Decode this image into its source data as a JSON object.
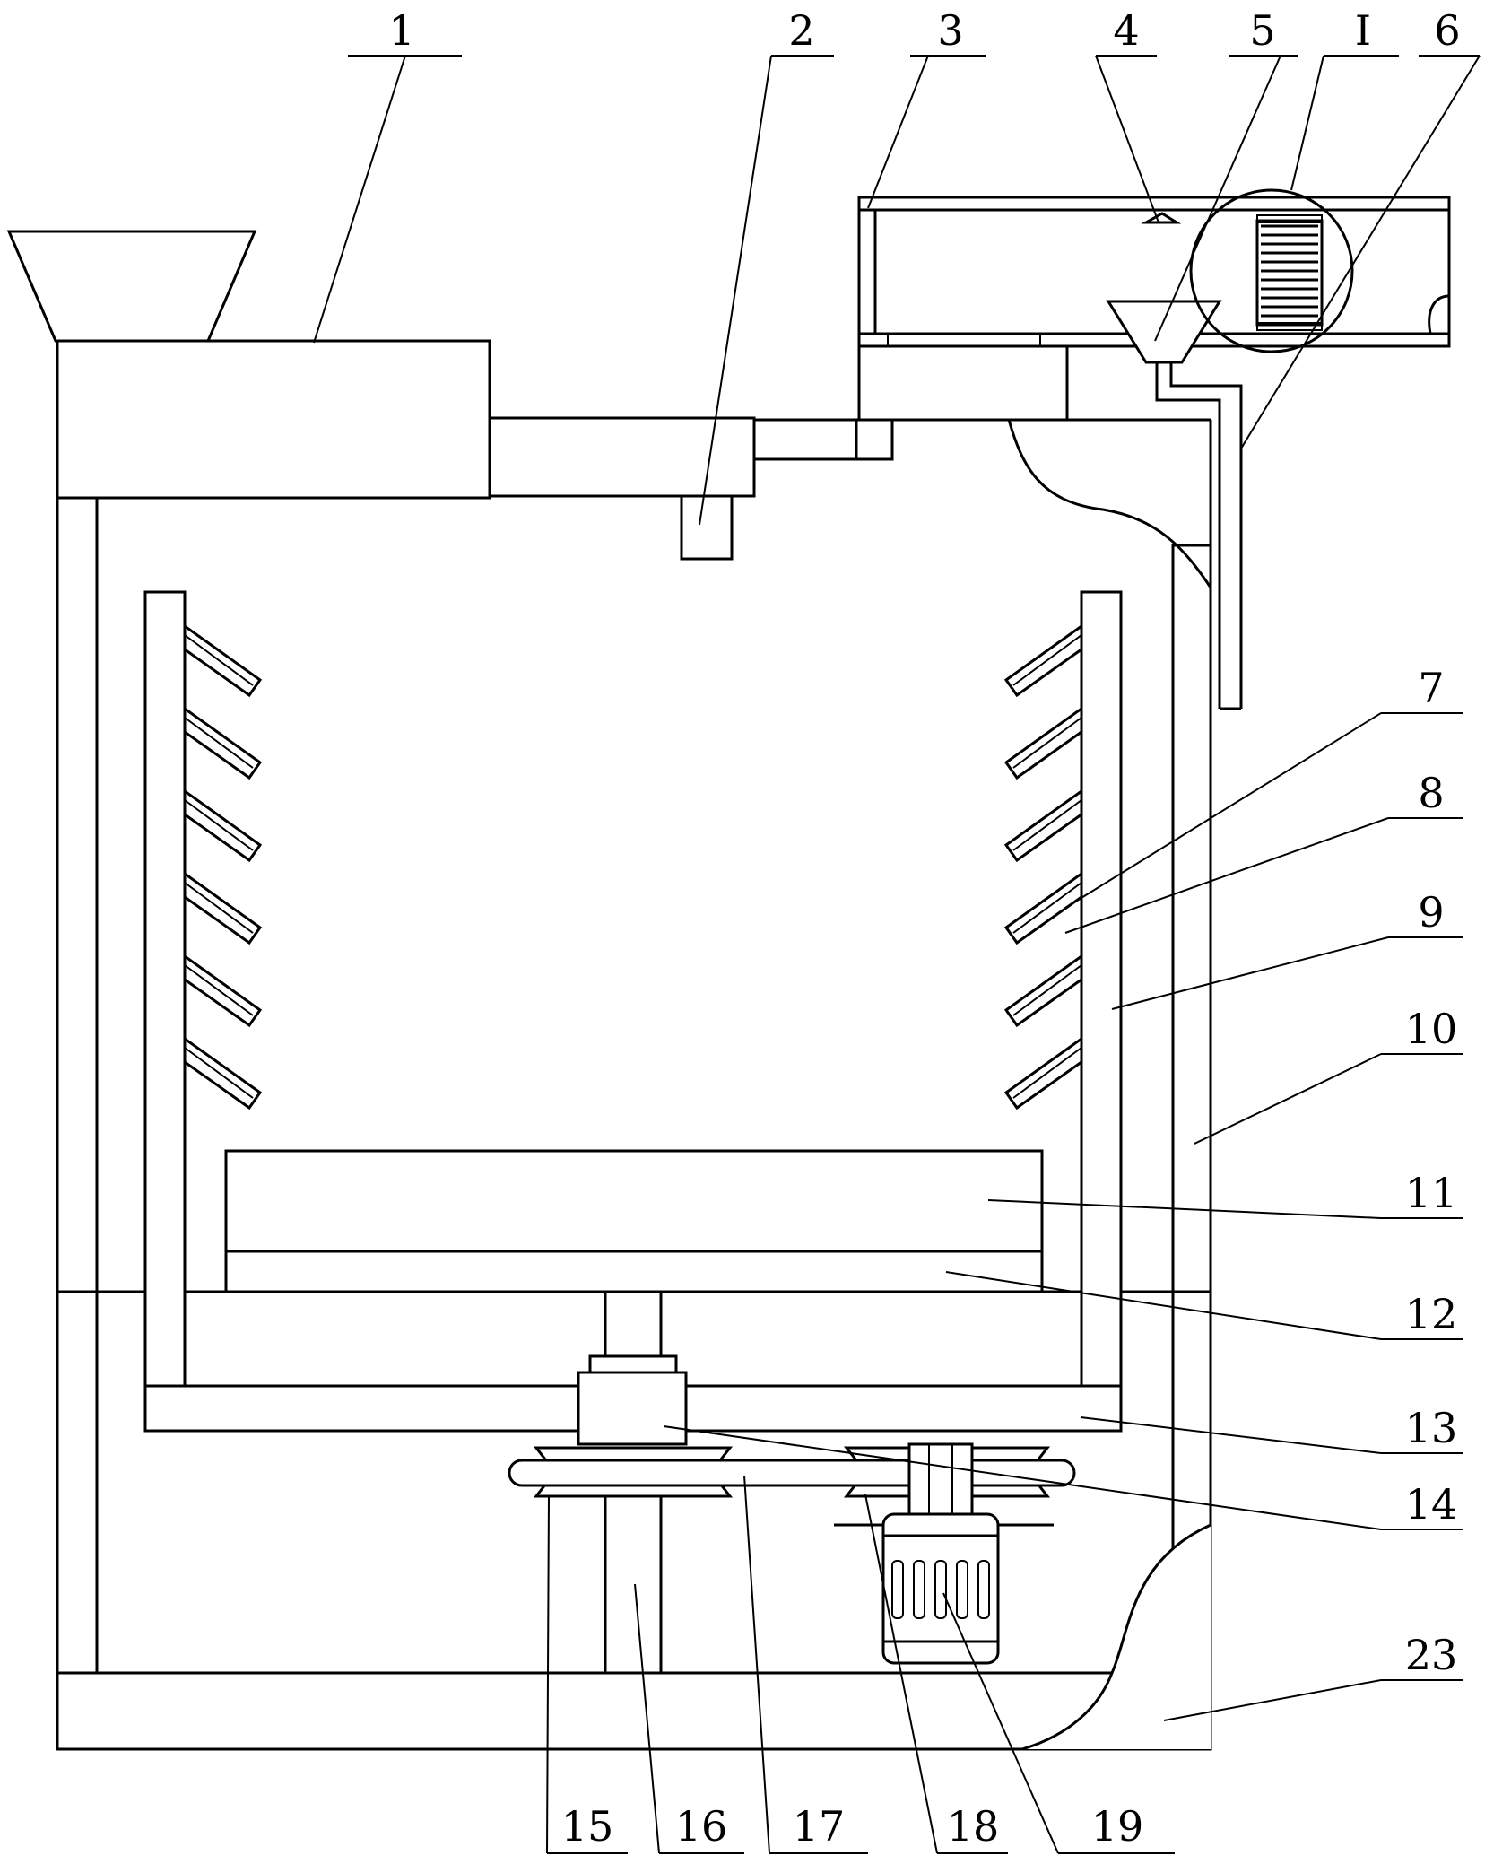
{
  "labels": [
    {
      "id": "1",
      "text": "1"
    },
    {
      "id": "2",
      "text": "2"
    },
    {
      "id": "3",
      "text": "3"
    },
    {
      "id": "4",
      "text": "4"
    },
    {
      "id": "5",
      "text": "5"
    },
    {
      "id": "I",
      "text": "I"
    },
    {
      "id": "6",
      "text": "6"
    },
    {
      "id": "7",
      "text": "7"
    },
    {
      "id": "8",
      "text": "8"
    },
    {
      "id": "9",
      "text": "9"
    },
    {
      "id": "10",
      "text": "10"
    },
    {
      "id": "11",
      "text": "11"
    },
    {
      "id": "12",
      "text": "12"
    },
    {
      "id": "13",
      "text": "13"
    },
    {
      "id": "14",
      "text": "14"
    },
    {
      "id": "23",
      "text": "23"
    },
    {
      "id": "15",
      "text": "15"
    },
    {
      "id": "16",
      "text": "16"
    },
    {
      "id": "17",
      "text": "17"
    },
    {
      "id": "18",
      "text": "18"
    },
    {
      "id": "19",
      "text": "19"
    }
  ]
}
